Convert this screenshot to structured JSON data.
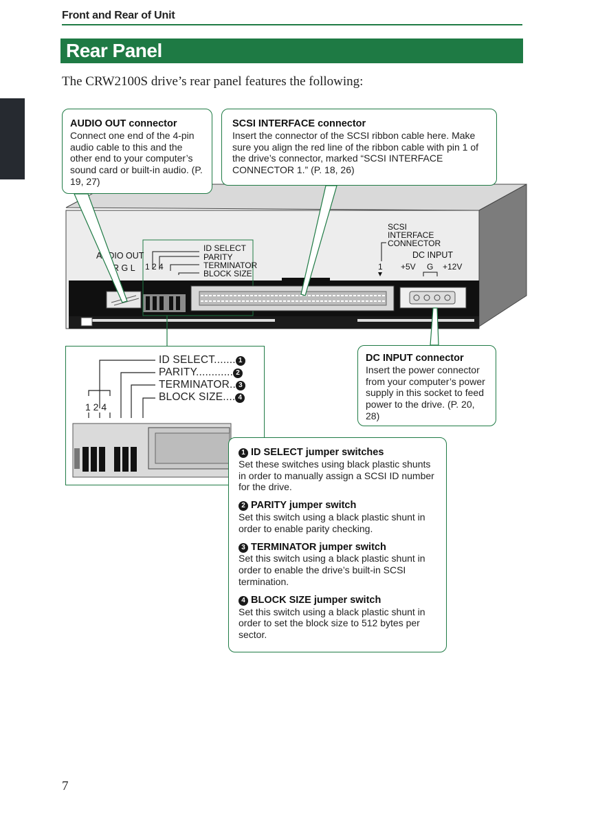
{
  "header": {
    "section": "Front and Rear of Unit",
    "title": "Rear Panel",
    "intro": "The CRW2100S drive’s rear panel features the following:"
  },
  "callouts": {
    "audio_out": {
      "heading": "AUDIO OUT connector",
      "body": "Connect one end of the 4-pin audio cable to this and the other end to your computer’s sound card or built-in audio. (P. 19, 27)"
    },
    "scsi": {
      "heading": "SCSI INTERFACE connector",
      "body": "Insert the connector of the SCSI ribbon cable here. Make sure you align the red line of the ribbon cable with pin 1 of the drive’s connector, marked “SCSI INTERFACE CONNECTOR 1.” (P. 18, 26)"
    },
    "dc_input": {
      "heading": "DC INPUT connector",
      "body": "Insert the power connector from your computer’s power supply in this socket to feed power to the drive. (P. 20, 28)"
    }
  },
  "jumpers": [
    {
      "num": "1",
      "heading": "ID SELECT jumper switches",
      "body": "Set these switches using black plastic shunts in order to manually assign a SCSI ID number for the drive."
    },
    {
      "num": "2",
      "heading": "PARITY jumper switch",
      "body": "Set this switch using a black plastic shunt in order to enable parity checking."
    },
    {
      "num": "3",
      "heading": "TERMINATOR jumper switch",
      "body": "Set this switch using a black plastic shunt in order to enable the drive’s built-in SCSI termination."
    },
    {
      "num": "4",
      "heading": "BLOCK SIZE jumper switch",
      "body": "Set this switch using a black plastic shunt in order to set the block size to 512 bytes per sector."
    }
  ],
  "inset": {
    "labels": [
      "ID SELECT.......",
      "PARITY............",
      "TERMINATOR..",
      "BLOCK SIZE...."
    ],
    "nums": [
      "1",
      "2",
      "3",
      "4"
    ],
    "pins": "1 2 4"
  },
  "drive_labels": {
    "audio_out": "AUDIO OUT",
    "audio_pins": "R G L",
    "id_pins": "1 2 4",
    "id_select": "ID SELECT",
    "parity": "PARITY",
    "terminator": "TERMINATOR",
    "block_size": "BLOCK SIZE",
    "scsi_l1": "SCSI",
    "scsi_l2": "INTERFACE",
    "scsi_l3": "CONNECTOR",
    "dc_input": "DC INPUT",
    "pin1": "1",
    "v5": "+5V",
    "g": "G",
    "v12": "+12V"
  },
  "page_number": "7"
}
